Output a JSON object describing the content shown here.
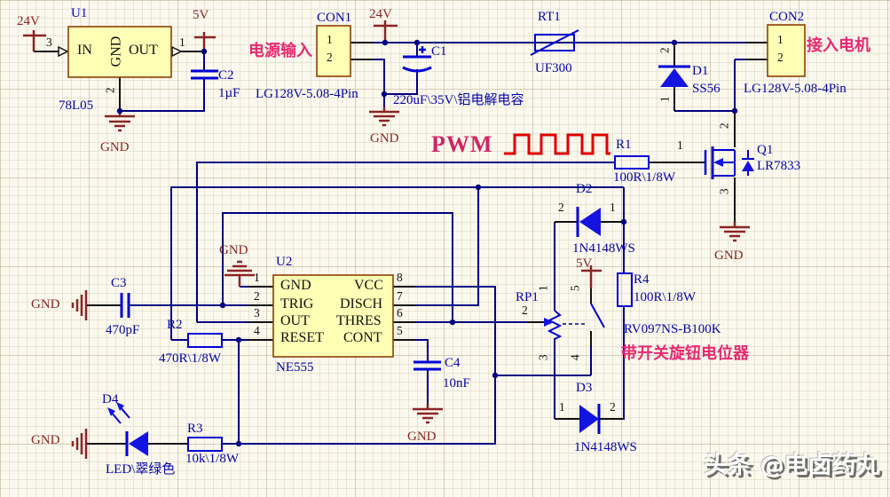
{
  "watermark": "头条 @电卤药丸",
  "pwm_label": "PWM",
  "ports": {
    "v24": "24V",
    "v5": "5V",
    "gnd": "GND"
  },
  "colors": {
    "wire": "#000082",
    "component_blue": "#0000D4",
    "body_fill": "#FFFFB5",
    "body_border": "#8B4000",
    "power_maroon": "#8B2424",
    "label_blue": "#0404A8",
    "magenta": "#E82970",
    "pwm_red": "#E00000"
  },
  "components": {
    "u1": {
      "designator": "U1",
      "value": "78L05",
      "pin_in": "IN",
      "pin_gnd": "GND",
      "pin_out": "OUT",
      "pin3": "3",
      "pin1": "1",
      "pin2": "2"
    },
    "con1": {
      "designator": "CON1",
      "value": "LG128V-5.08-4Pin",
      "label": "电源输入",
      "pin1": "1",
      "pin2": "2"
    },
    "con2": {
      "designator": "CON2",
      "value": "LG128V-5.08-4Pin",
      "label": "接入电机",
      "pin1": "1",
      "pin2": "2"
    },
    "c1": {
      "designator": "C1",
      "value": "220uF\\35V\\铝电解电容",
      "plus": "+"
    },
    "c2": {
      "designator": "C2",
      "value": "1µF"
    },
    "c3": {
      "designator": "C3",
      "value": "470pF"
    },
    "c4": {
      "designator": "C4",
      "value": "10nF"
    },
    "r1": {
      "designator": "R1",
      "value": "100R\\1/8W",
      "pin1": "1"
    },
    "r2": {
      "designator": "R2",
      "value": "470R\\1/8W"
    },
    "r3": {
      "designator": "R3",
      "value": "10k\\1/8W"
    },
    "r4": {
      "designator": "R4",
      "value": "100R\\1/8W"
    },
    "rt1": {
      "designator": "RT1",
      "value": "UF300"
    },
    "d1": {
      "designator": "D1",
      "value": "SS56",
      "pin1": "1",
      "pin2": "2"
    },
    "d2": {
      "designator": "D2",
      "value": "1N4148WS",
      "pin1": "1",
      "pin2": "2"
    },
    "d3": {
      "designator": "D3",
      "value": "1N4148WS",
      "pin1": "1",
      "pin2": "2"
    },
    "d4": {
      "designator": "D4",
      "value": "LED\\翠绿色"
    },
    "q1": {
      "designator": "Q1",
      "value": "LR7833",
      "pin1": "1",
      "pin2": "2",
      "pin3": "3"
    },
    "u2": {
      "designator": "U2",
      "value": "NE555",
      "pins_left": [
        {
          "n": "1",
          "name": "GND"
        },
        {
          "n": "2",
          "name": "TRIG"
        },
        {
          "n": "3",
          "name": "OUT"
        },
        {
          "n": "4",
          "name": "RESET"
        }
      ],
      "pins_right": [
        {
          "n": "8",
          "name": "VCC"
        },
        {
          "n": "7",
          "name": "DISCH"
        },
        {
          "n": "6",
          "name": "THRES"
        },
        {
          "n": "5",
          "name": "CONT"
        }
      ]
    },
    "rp1": {
      "designator": "RP1",
      "value": "RV097NS-B100K",
      "label": "带开关旋钮电位器",
      "pin1": "1",
      "pin2": "2",
      "pin3": "3",
      "pin4": "4",
      "pin5": "5"
    }
  }
}
